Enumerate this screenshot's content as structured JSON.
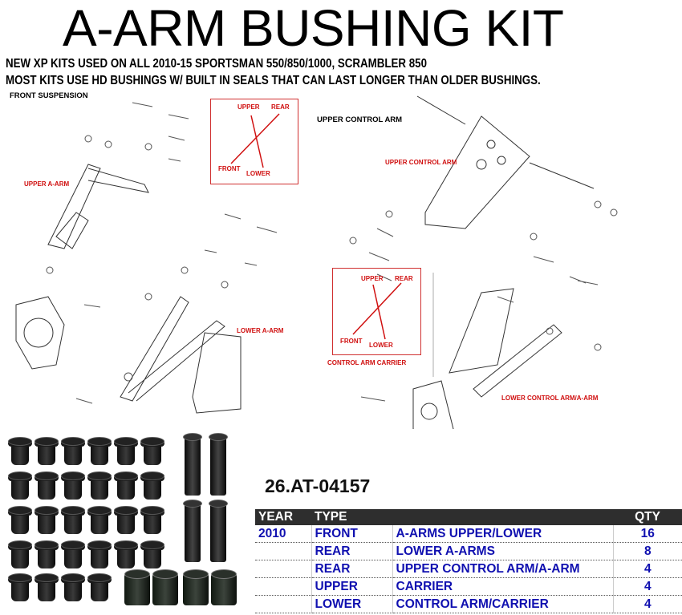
{
  "title": "A-ARM BUSHING KIT",
  "subtitle_lines": [
    "NEW XP KITS USED ON ALL 2010-15 SPORTSMAN 550/850/1000, SCRAMBLER 850",
    "MOST KITS USE HD BUSHINGS W/ BUILT IN SEALS THAT CAN LAST LONGER THAN OLDER BUSHINGS."
  ],
  "diagram": {
    "front_heading": "FRONT SUSPENSION",
    "rear_heading": "UPPER CONTROL ARM",
    "callouts": {
      "upper_a_arm": "UPPER A-ARM",
      "lower_a_arm": "LOWER A-ARM",
      "upper_control_arm": "UPPER CONTROL ARM",
      "control_arm_carrier": "CONTROL ARM CARRIER",
      "lower_control_arm": "LOWER CONTROL ARM/A-ARM"
    },
    "direction_key": {
      "upper": "UPPER",
      "rear": "REAR",
      "front": "FRONT",
      "lower": "LOWER"
    },
    "accent_color": "#d01010"
  },
  "part_number": "26.AT-04157",
  "table": {
    "headers": {
      "year": "YEAR",
      "type": "TYPE",
      "desc": "",
      "qty": "QTY"
    },
    "rows": [
      {
        "year": "2010",
        "type": "FRONT",
        "desc": "A-ARMS UPPER/LOWER",
        "qty": "16"
      },
      {
        "year": "",
        "type": "REAR",
        "desc": "LOWER A-ARMS",
        "qty": "8"
      },
      {
        "year": "",
        "type": "REAR",
        "desc": "UPPER CONTROL ARM/A-ARM",
        "qty": "4"
      },
      {
        "year": "",
        "type": "UPPER",
        "desc": "CARRIER",
        "qty": "4"
      },
      {
        "year": "",
        "type": "LOWER",
        "desc": "CONTROL ARM/CARRIER",
        "qty": "4"
      }
    ],
    "header_color": "#2e2e2e",
    "text_color": "#1010b0"
  }
}
